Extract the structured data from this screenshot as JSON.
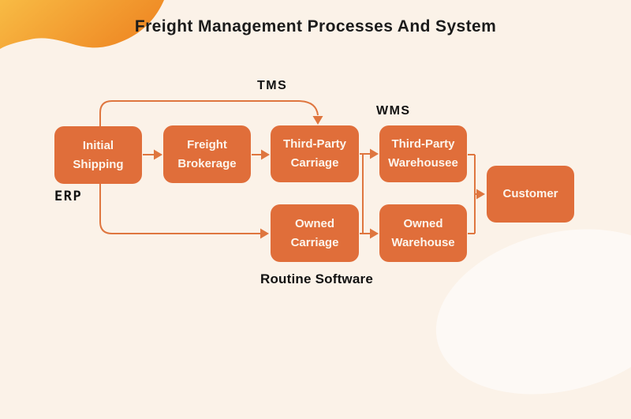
{
  "title": "Freight Management Processes And System",
  "nodes": {
    "initial_shipping": "Initial Shipping",
    "freight_brokerage": "Freight Brokerage",
    "third_party_carriage": "Third-Party Carriage",
    "third_party_warehousee": "Third-Party Warehousee",
    "owned_carriage": "Owned Carriage",
    "owned_warehouse": "Owned Warehouse",
    "customer": "Customer"
  },
  "labels": {
    "tms": "TMS",
    "wms": "WMS",
    "erp": "ERP",
    "routine_software": "Routine Software"
  },
  "edges": [
    "initial_shipping -> freight_brokerage",
    "freight_brokerage -> third_party_carriage",
    "initial_shipping -> third_party_carriage (TMS arc)",
    "initial_shipping -> owned_carriage (ERP route)",
    "third_party_carriage -> third_party_warehousee",
    "owned_carriage -> owned_warehouse",
    "third_party_carriage -> owned_warehouse (vertical link)",
    "third_party_warehousee -> customer",
    "owned_warehouse -> customer"
  ],
  "colors": {
    "background": "#FBF2E8",
    "node_fill": "#E06E3A",
    "node_text": "#FCF5EC",
    "connector": "#DF763F",
    "title_text": "#1B1B1B",
    "label_text": "#111111",
    "blob_gradient_start": "#F8BB44",
    "blob_gradient_end": "#EF8A25"
  }
}
